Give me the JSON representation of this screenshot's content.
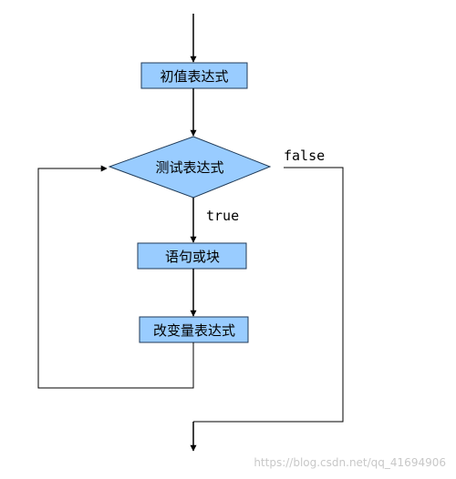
{
  "diagram": {
    "type": "flowchart",
    "nodes": {
      "init": {
        "label": "初值表达式",
        "shape": "rectangle"
      },
      "test": {
        "label": "测试表达式",
        "shape": "diamond"
      },
      "body": {
        "label": "语句或块",
        "shape": "rectangle"
      },
      "update": {
        "label": "改变量表达式",
        "shape": "rectangle"
      }
    },
    "edges": [
      {
        "from": "start",
        "to": "init",
        "label": ""
      },
      {
        "from": "init",
        "to": "test",
        "label": ""
      },
      {
        "from": "test",
        "to": "body",
        "label": "true"
      },
      {
        "from": "test",
        "to": "end",
        "label": "false"
      },
      {
        "from": "body",
        "to": "update",
        "label": ""
      },
      {
        "from": "update",
        "to": "test",
        "label": ""
      }
    ],
    "labels": {
      "true_label": "true",
      "false_label": "false"
    }
  },
  "colors": {
    "box_fill": "#99ccff",
    "line": "#000000",
    "watermark": "#c8c8c8"
  },
  "watermark": "https://blog.csdn.net/qq_41694906"
}
